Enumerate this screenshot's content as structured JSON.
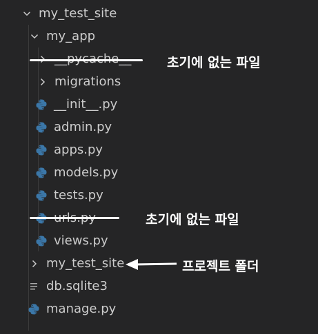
{
  "explorer": {
    "items": [
      {
        "label": "my_test_site",
        "kind": "folder",
        "expanded": true
      },
      {
        "label": "my_app",
        "kind": "folder",
        "expanded": true
      },
      {
        "label": "__pycache__",
        "kind": "folder",
        "expanded": false
      },
      {
        "label": "migrations",
        "kind": "folder",
        "expanded": false
      },
      {
        "label": "__init__.py",
        "kind": "python-file"
      },
      {
        "label": "admin.py",
        "kind": "python-file"
      },
      {
        "label": "apps.py",
        "kind": "python-file"
      },
      {
        "label": "models.py",
        "kind": "python-file"
      },
      {
        "label": "tests.py",
        "kind": "python-file"
      },
      {
        "label": "urls.py",
        "kind": "python-file"
      },
      {
        "label": "views.py",
        "kind": "python-file"
      },
      {
        "label": "my_test_site",
        "kind": "folder",
        "expanded": false
      },
      {
        "label": "db.sqlite3",
        "kind": "text-file"
      },
      {
        "label": "manage.py",
        "kind": "python-file"
      }
    ]
  },
  "annotations": {
    "pycache_note": "초기에 없는 파일",
    "urls_note": "초기에 없는 파일",
    "project_folder_note": "프로젝트 폴더"
  },
  "colors": {
    "background": "#252526",
    "text": "#cccccc",
    "annotation": "#ffffff",
    "python_icon": "#3b77a8",
    "file_icon": "#a8a8a8"
  },
  "icons": {
    "chevron_expanded": "chevron-down-icon",
    "chevron_collapsed": "chevron-right-icon",
    "python_file": "python-icon",
    "text_file": "text-file-icon"
  }
}
